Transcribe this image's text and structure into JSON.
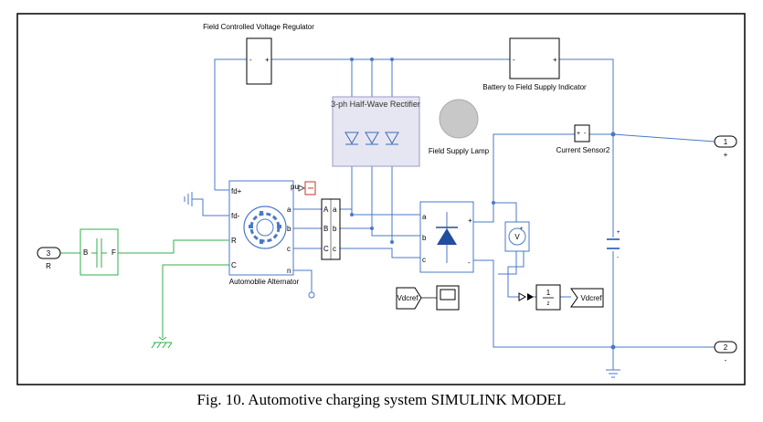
{
  "diagram": {
    "blocks": {
      "voltage_regulator": {
        "label": "Field Controlled Voltage Regulator",
        "port_minus": "-",
        "port_plus": "+"
      },
      "indicator": {
        "label": "Battery to Field Supply Indicator",
        "port_minus": "-",
        "port_plus": "+"
      },
      "rectifier_half": {
        "label": "3-ph Half-Wave Rectifier"
      },
      "lamp": {
        "label": "Field Supply Lamp"
      },
      "current_sensor": {
        "label": "Current Sensor2",
        "port_plus": "+",
        "port_minus": "-"
      },
      "alternator": {
        "label": "Automoblie Alternator",
        "ports_left": [
          "fd+",
          "fd-",
          "R",
          "C"
        ],
        "ports_right": [
          "a",
          "b",
          "c",
          "n"
        ],
        "pu": "pu"
      },
      "connector": {
        "left": [
          "A",
          "B",
          "C"
        ],
        "right": [
          "a",
          "b",
          "c"
        ]
      },
      "bridge": {
        "ports": [
          "a",
          "b",
          "c"
        ],
        "plus": "+",
        "minus": "-"
      },
      "voltmeter": {
        "symbol": "V",
        "plus": "+"
      },
      "gain": {
        "num": "1",
        "den": "z"
      },
      "goto_vdcref": {
        "label": "Vdcref"
      },
      "from_vdcref": {
        "label": "Vdcref"
      },
      "clutch": {
        "b": "B",
        "f": "F"
      },
      "capacitor": {
        "plus": "+",
        "minus": "-"
      }
    },
    "inports": [
      {
        "number": "3",
        "label": "R"
      }
    ],
    "outports": [
      {
        "number": "1",
        "sign": "+"
      },
      {
        "number": "2",
        "sign": "-"
      }
    ]
  },
  "caption": "Fig. 10. Automotive charging system SIMULINK MODEL",
  "colors": {
    "wire": "#4a78c8",
    "mech": "#2fb24a",
    "frame": "#000000",
    "rectifier_fill": "#e6e6f2",
    "rectifier_border": "#9a9ac4",
    "diode": "#3a6ab8",
    "lamp": "#c8c8c8"
  }
}
